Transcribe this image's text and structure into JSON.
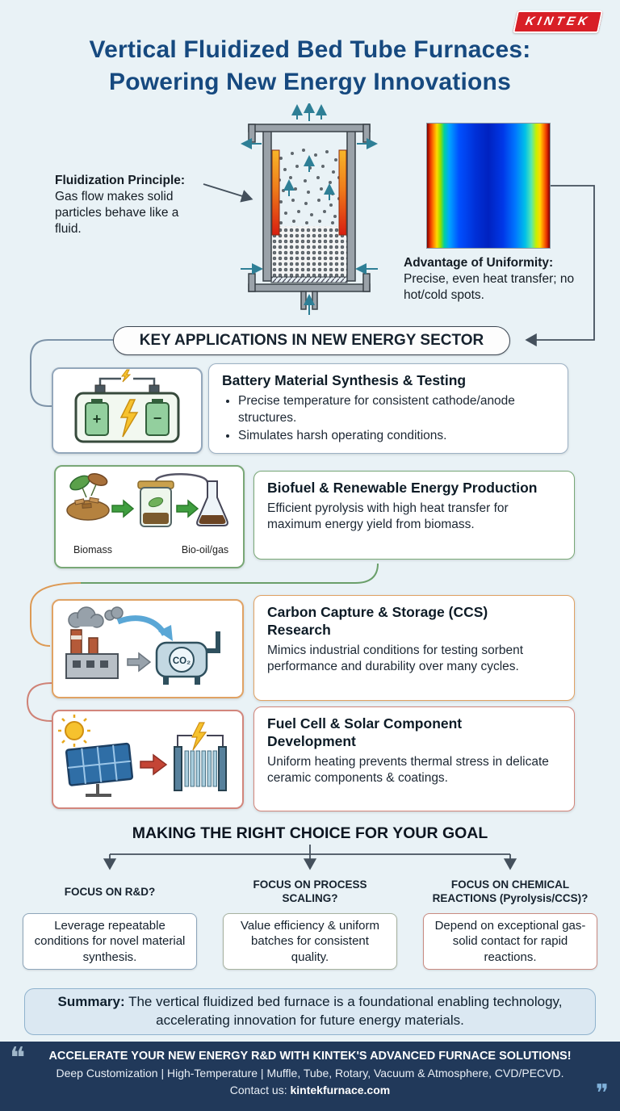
{
  "brand": {
    "logo": "KINTEK"
  },
  "colors": {
    "title_navy": "#16497f",
    "footer_navy": "#21395a",
    "brand_red": "#d81f26",
    "card_battery_border": "#93a7bb",
    "card_biofuel_border": "#79a877",
    "card_ccs_border": "#e0a264",
    "card_fuelcell_border": "#d2867c"
  },
  "title": {
    "line1": "Vertical Fluidized Bed Tube Furnaces:",
    "line2": "Powering New Energy Innovations"
  },
  "diagram": {
    "left_note_title": "Fluidization Principle:",
    "left_note_body": "Gas flow makes solid particles behave like a fluid.",
    "right_note_title": "Advantage of Uniformity:",
    "right_note_body": "Precise, even heat transfer; no hot/cold spots."
  },
  "applications": {
    "heading": "KEY APPLICATIONS IN NEW ENERGY SECTOR",
    "cards": [
      {
        "title": "Battery Material Synthesis & Testing",
        "bullets": [
          "Precise temperature for consistent cathode/anode structures.",
          "Simulates harsh operating conditions."
        ],
        "icon": {
          "plus": "+",
          "minus": "−"
        }
      },
      {
        "title": "Biofuel & Renewable Energy Production",
        "body": "Efficient pyrolysis with high heat transfer for maximum energy yield from biomass.",
        "icon_labels": [
          "Biomass",
          "Bio-oil/gas"
        ]
      },
      {
        "title": "Carbon Capture & Storage (CCS) Research",
        "body": "Mimics industrial conditions for testing sorbent performance and durability over many cycles.",
        "icon_label": "CO₂"
      },
      {
        "title": "Fuel Cell & Solar Component Development",
        "body": "Uniform heating prevents thermal stress in delicate ceramic components & coatings."
      }
    ]
  },
  "choice": {
    "heading": "MAKING THE RIGHT CHOICE FOR YOUR GOAL",
    "options": [
      {
        "label": "FOCUS ON R&D?",
        "body": "Leverage repeatable conditions for novel material synthesis."
      },
      {
        "label": "FOCUS ON PROCESS SCALING?",
        "body": "Value efficiency & uniform batches for consistent quality."
      },
      {
        "label": "FOCUS ON CHEMICAL REACTIONS (Pyrolysis/CCS)?",
        "body": "Depend on exceptional gas-solid contact for rapid reactions."
      }
    ]
  },
  "summary": {
    "label": "Summary:",
    "body": "The vertical fluidized bed furnace is a foundational enabling technology, accelerating innovation for future energy materials."
  },
  "footer": {
    "line1": "ACCELERATE YOUR NEW ENERGY R&D WITH KINTEK'S ADVANCED FURNACE SOLUTIONS!",
    "line2": "Deep Customization | High-Temperature | Muffle, Tube, Rotary, Vacuum & Atmosphere, CVD/PECVD.",
    "line3_label": "Contact us:",
    "line3_value": "kintekfurnace.com"
  }
}
